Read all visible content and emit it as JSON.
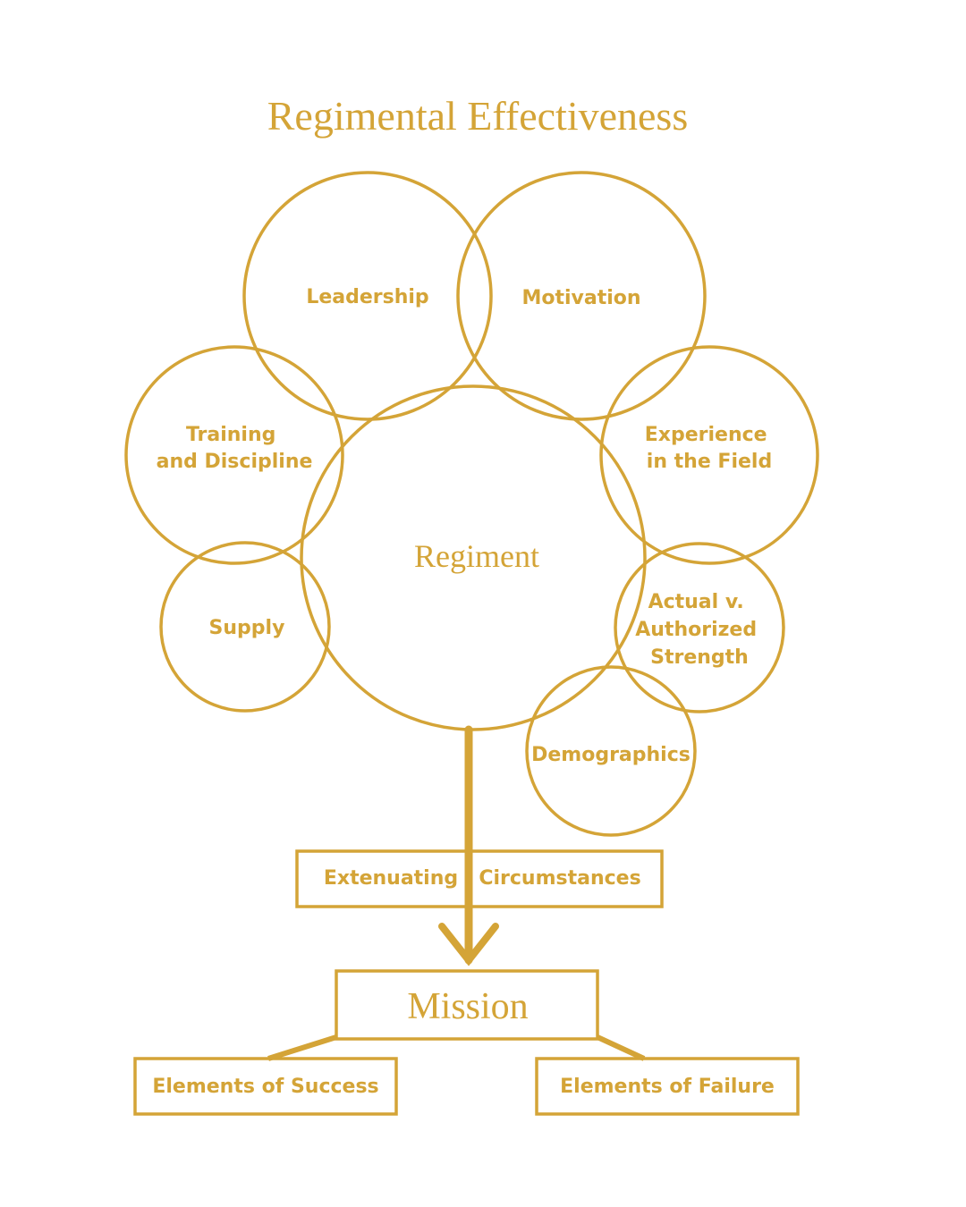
{
  "title": "Regimental Effectiveness",
  "accent_color": "#D4A437",
  "center": {
    "label": "Regiment"
  },
  "factors": {
    "leadership": {
      "lines": [
        "Leadership"
      ]
    },
    "motivation": {
      "lines": [
        "Motivation"
      ]
    },
    "training": {
      "lines": [
        "Training",
        "and Discipline"
      ]
    },
    "experience": {
      "lines": [
        "Experience",
        "in the Field"
      ]
    },
    "supply": {
      "lines": [
        "Supply"
      ]
    },
    "strength": {
      "lines": [
        "Actual v.",
        "Authorized",
        "Strength"
      ]
    },
    "demographics": {
      "lines": [
        "Demographics"
      ]
    }
  },
  "extenuating": {
    "left": "Extenuating",
    "right": "Circumstances"
  },
  "mission": {
    "label": "Mission"
  },
  "outcomes": {
    "success": "Elements of Success",
    "failure": "Elements of Failure"
  }
}
